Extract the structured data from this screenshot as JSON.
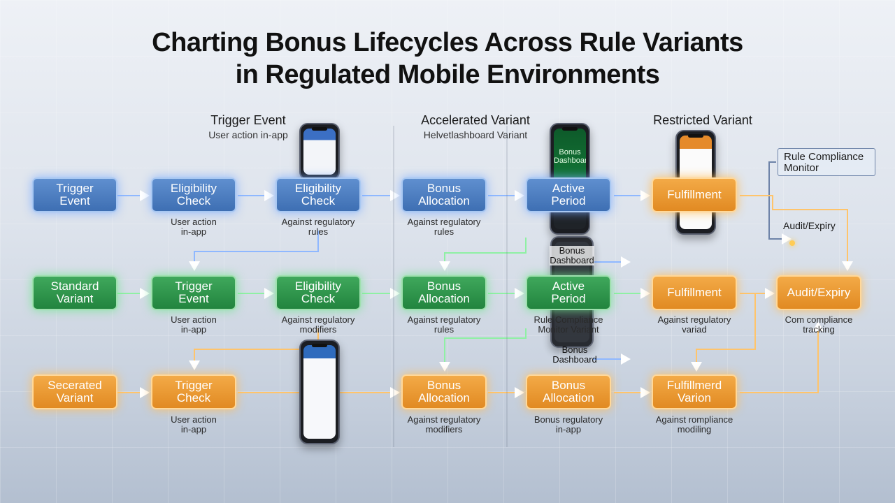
{
  "title": {
    "line1": "Charting Bonus Lifecycles Across Rule Variants",
    "line2": "in Regulated Mobile Environments"
  },
  "columns": {
    "trigger": {
      "heading": "Trigger Event",
      "sub": "User action in-app"
    },
    "accelerated": {
      "heading": "Accelerated Variant",
      "sub": "Helvetlashboard Variant"
    },
    "restricted": {
      "heading": "Restricted Variant"
    }
  },
  "rows": {
    "blue": {
      "nodes": [
        "Trigger\nEvent",
        "Eligibility\nCheck",
        "Eligibility\nCheck",
        "Bonus\nAllocation",
        "Active\nPeriod",
        "Fulfillment"
      ],
      "notes": [
        "User action\nin-app",
        "Against regulatory\nrules",
        "Against regulatory\nrules"
      ]
    },
    "green": {
      "nodes": [
        "Standard\nVariant",
        "Trigger\nEvent",
        "Eligibility\nCheck",
        "Bonus\nAllocation",
        "Active\nPeriod",
        "Fulfillment",
        "Audit/Expiry"
      ],
      "notes": [
        "User action\nin-app",
        "Against regulatory\nmodifiers",
        "Against regulatory\nrules",
        "Rule Compliance\nMonitor Variant",
        "Against regulatory\nvariad",
        "Com compliance\ntracking"
      ]
    },
    "orange": {
      "nodes": [
        "Secerated\nVariant",
        "Trigger\nCheck",
        "Bonus\nAllocation",
        "Bonus\nAllocation",
        "Fulfillmerd\nVarion"
      ],
      "notes": [
        "User action\nin-app",
        "Against regulatory\nmodifiers",
        "Bonus regulatory\nin-app",
        "Against rompliance\nmodiling"
      ]
    }
  },
  "side": {
    "monitor": "Rule Compliance\nMonitor",
    "audit_top": "Audit/Expiry",
    "dashboard_top": "Bonus\nDashboard",
    "dashboard_bottom": "Bonus\nDashboard",
    "phone_screen": "Bonus\nDashboard"
  },
  "colors": {
    "blue": "#3e6fb3",
    "green": "#22843e",
    "orange": "#e18a22"
  }
}
